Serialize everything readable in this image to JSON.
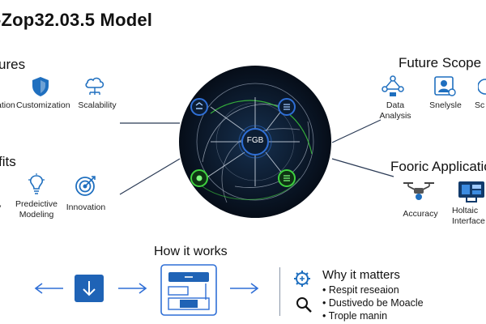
{
  "title": "-Zop32.03.5 Model",
  "left_top": {
    "heading": "ures",
    "items": [
      "ation",
      "Customization",
      "Scalability"
    ]
  },
  "left_bottom": {
    "heading": "fits",
    "items": [
      "y",
      "Predeictive\nModeling",
      "Innovation"
    ]
  },
  "right_top": {
    "heading": "Future Scope",
    "items": [
      "Data\nAnalysis",
      "Snelysle",
      "Sc"
    ]
  },
  "right_bottom": {
    "heading": "Fooric Applicatio",
    "items": [
      "Accuracy",
      "Holtaic\nInterface"
    ]
  },
  "center": {
    "label": "FGB"
  },
  "how": {
    "heading": "How it works"
  },
  "why": {
    "heading": "Why it matters",
    "bullets": [
      "Respit reseaion",
      "Dustivedo be Moacle",
      "Trople manin"
    ]
  },
  "colors": {
    "accent_blue": "#2f6fd6",
    "accent_green": "#3fd23f",
    "circle_bg": "#0b1626",
    "icon_blue": "#1f6fbf"
  }
}
